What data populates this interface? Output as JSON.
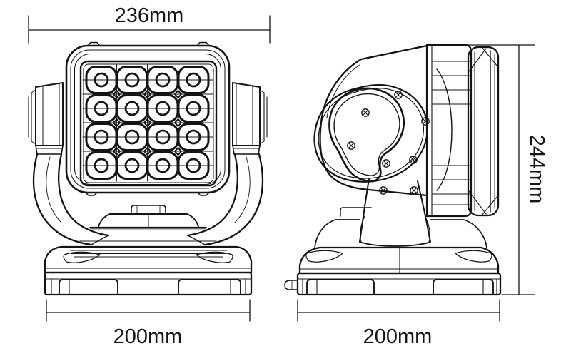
{
  "drawing": {
    "kind": "technical-line-drawing",
    "views": {
      "front": {
        "top_width_label": "236mm",
        "base_width_label": "200mm",
        "led_grid": {
          "rows": 4,
          "cols": 4
        }
      },
      "side": {
        "height_label": "244mm",
        "base_width_label": "200mm"
      }
    },
    "colors": {
      "line": "#141414",
      "background": "#ffffff"
    }
  }
}
